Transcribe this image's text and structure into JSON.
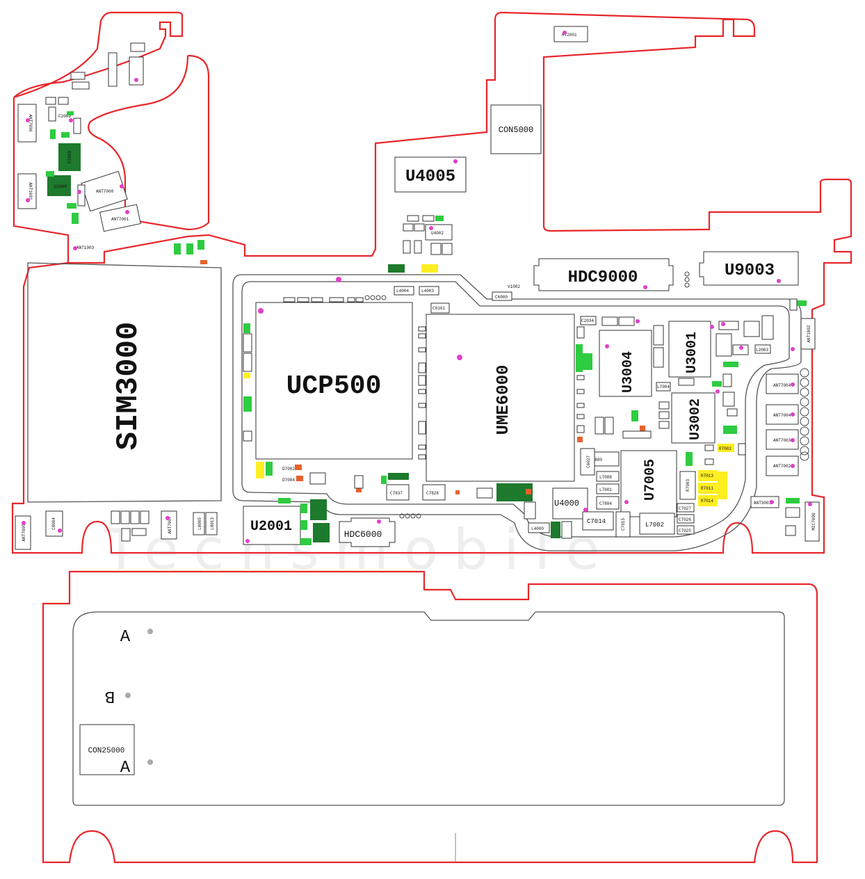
{
  "watermark": "Techsmobile",
  "big_labels": {
    "sim": "SIM3000",
    "ucp": "UCP500",
    "ume": "UME6000",
    "u4005": "U4005",
    "hdc9000": "HDC9000",
    "u9003": "U9003",
    "con5000": "CON5000",
    "u2001": "U2001",
    "hdc6000": "HDC6000",
    "u3004": "U3004",
    "u3001": "U3001",
    "u3002": "U3002",
    "u7005": "U7005",
    "u4000": "U4000",
    "con25000": "CON25000",
    "a_top": "A",
    "b_mid": "B",
    "a_bot": "A"
  },
  "small_labels": {
    "rt2001": "RT2001",
    "ant1003": "ANT1003",
    "ant7000": "ANT7000",
    "ant7001": "ANT7001",
    "ant1001": "ANT1001",
    "ant7004": "ANT7004",
    "ant7003": "ANT7003",
    "ant7002": "ANT7002",
    "ant3003": "ANT3003",
    "ant7005": "ANT7005",
    "ant7006": "ANT7006",
    "ant7007": "ANT7007",
    "ant1002": "ANT1002",
    "mic7000": "MIC7000",
    "u4002": "U4002",
    "u1000": "U1000",
    "f2000": "F2000",
    "f2009": "F2009",
    "c8004": "C8004",
    "l8005": "L8005",
    "l8013": "L8013",
    "l7002": "L7002",
    "l7008": "L7008",
    "l7001": "L7001",
    "c7880": "C7880",
    "c7884": "C7884",
    "c7014": "C7014",
    "c7015": "C7015",
    "c7828": "C7828",
    "c7837": "C7837",
    "c6161": "C6161",
    "l4004": "L4004",
    "l4003": "L4003",
    "c6000": "C6000",
    "v1002": "V1002",
    "r7013": "R7013",
    "r7011": "R7011",
    "r7014": "R7014",
    "r7003": "R7003",
    "r7002": "R7002",
    "d7002": "D7002",
    "d7004": "D7004",
    "c2034": "C2034",
    "l7004": "L7004",
    "l2083": "L2083",
    "c7027": "C7027",
    "c7026": "C7026",
    "c7025": "C7025",
    "c6027": "C6027",
    "l4000": "L4000"
  }
}
